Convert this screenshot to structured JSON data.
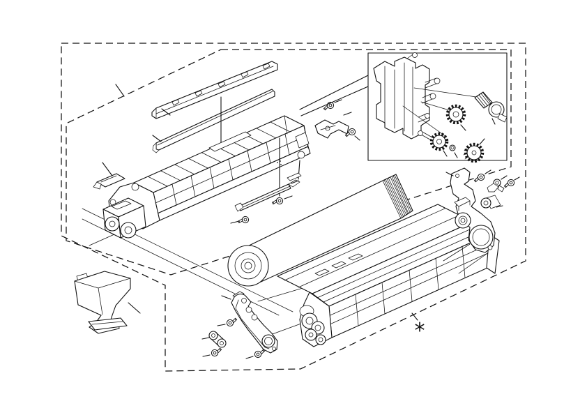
{
  "diagram": {
    "type": "exploded-parts-view",
    "subject": "developing-unit-and-drum-assembly",
    "marker": {
      "symbol": "*"
    }
  },
  "colors": {
    "background": "#ffffff",
    "line": "#111111",
    "seal_fill": "#b0b0b0"
  },
  "parts": {
    "boundary_outer": "assembly-group-boundary",
    "boundary_inner": "subassembly-group-boundary",
    "inset": "gear-train-detail-inset",
    "rail": "upper-mounting-rail",
    "seal": "gray-seal-strip",
    "developing_unit": "developing-unit-body",
    "clip": "small-clip",
    "holder": "holder-bracket-with-screws",
    "clamp": "clamp-plate-with-screws",
    "drum": "drum-roller",
    "lower_unit": "lower-housing-unit",
    "side_bracket": "side-bracket-plate-with-parts",
    "arm": "arm-bracket-with-screws",
    "hopper": "toner-hopper"
  }
}
